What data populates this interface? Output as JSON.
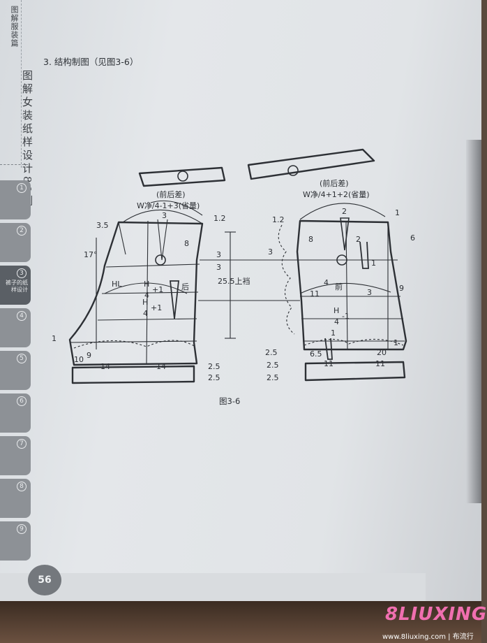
{
  "spine": {
    "title": "图解服装篇"
  },
  "book": {
    "title": "图解女装纸样设计80例"
  },
  "section_heading": "3. 结构制图（见图3-6）",
  "figure_caption": "图3-6",
  "page_number": "56",
  "chapter_tabs": [
    {
      "num": "1",
      "label": "",
      "active": false
    },
    {
      "num": "2",
      "label": "",
      "active": false
    },
    {
      "num": "3",
      "label": "裤子的纸样设计",
      "active": true
    },
    {
      "num": "4",
      "label": "",
      "active": false
    },
    {
      "num": "5",
      "label": "",
      "active": false
    },
    {
      "num": "6",
      "label": "",
      "active": false
    },
    {
      "num": "7",
      "label": "",
      "active": false
    },
    {
      "num": "8",
      "label": "",
      "active": false
    },
    {
      "num": "9",
      "label": "",
      "active": false
    }
  ],
  "diagram": {
    "back": {
      "diff_label": "(前后差)",
      "waist_formula": "W净/4-1+3(省量)",
      "side_label": "后",
      "hl_label": "HL",
      "hip_formula_1": "+1",
      "hip_formula_2": "+1",
      "frac_num": "H",
      "frac_den": "4",
      "angle": "17°",
      "dims": [
        "3.5",
        "3",
        "1.2",
        "8",
        "3",
        "3",
        "1",
        "10",
        "9",
        "14",
        "14",
        "2.5",
        "2.5"
      ]
    },
    "front": {
      "diff_label": "(前后差)",
      "waist_formula": "W净/4+1+2(省量)",
      "side_label": "前",
      "frac_num": "H",
      "frac_den": "4",
      "hip_formula": "-1",
      "dims": [
        "1.2",
        "2",
        "1",
        "8",
        "2",
        "6",
        "3",
        "1",
        "4",
        "11",
        "3",
        "9",
        "1",
        "1",
        "20",
        "6.5",
        "11",
        "11",
        "2.5",
        "2.5",
        "2.5"
      ]
    },
    "rise_label": "25.5上裆"
  },
  "watermark": {
    "logo": "8LIUXING",
    "url": "www.8liuxing.com | 布流行"
  }
}
